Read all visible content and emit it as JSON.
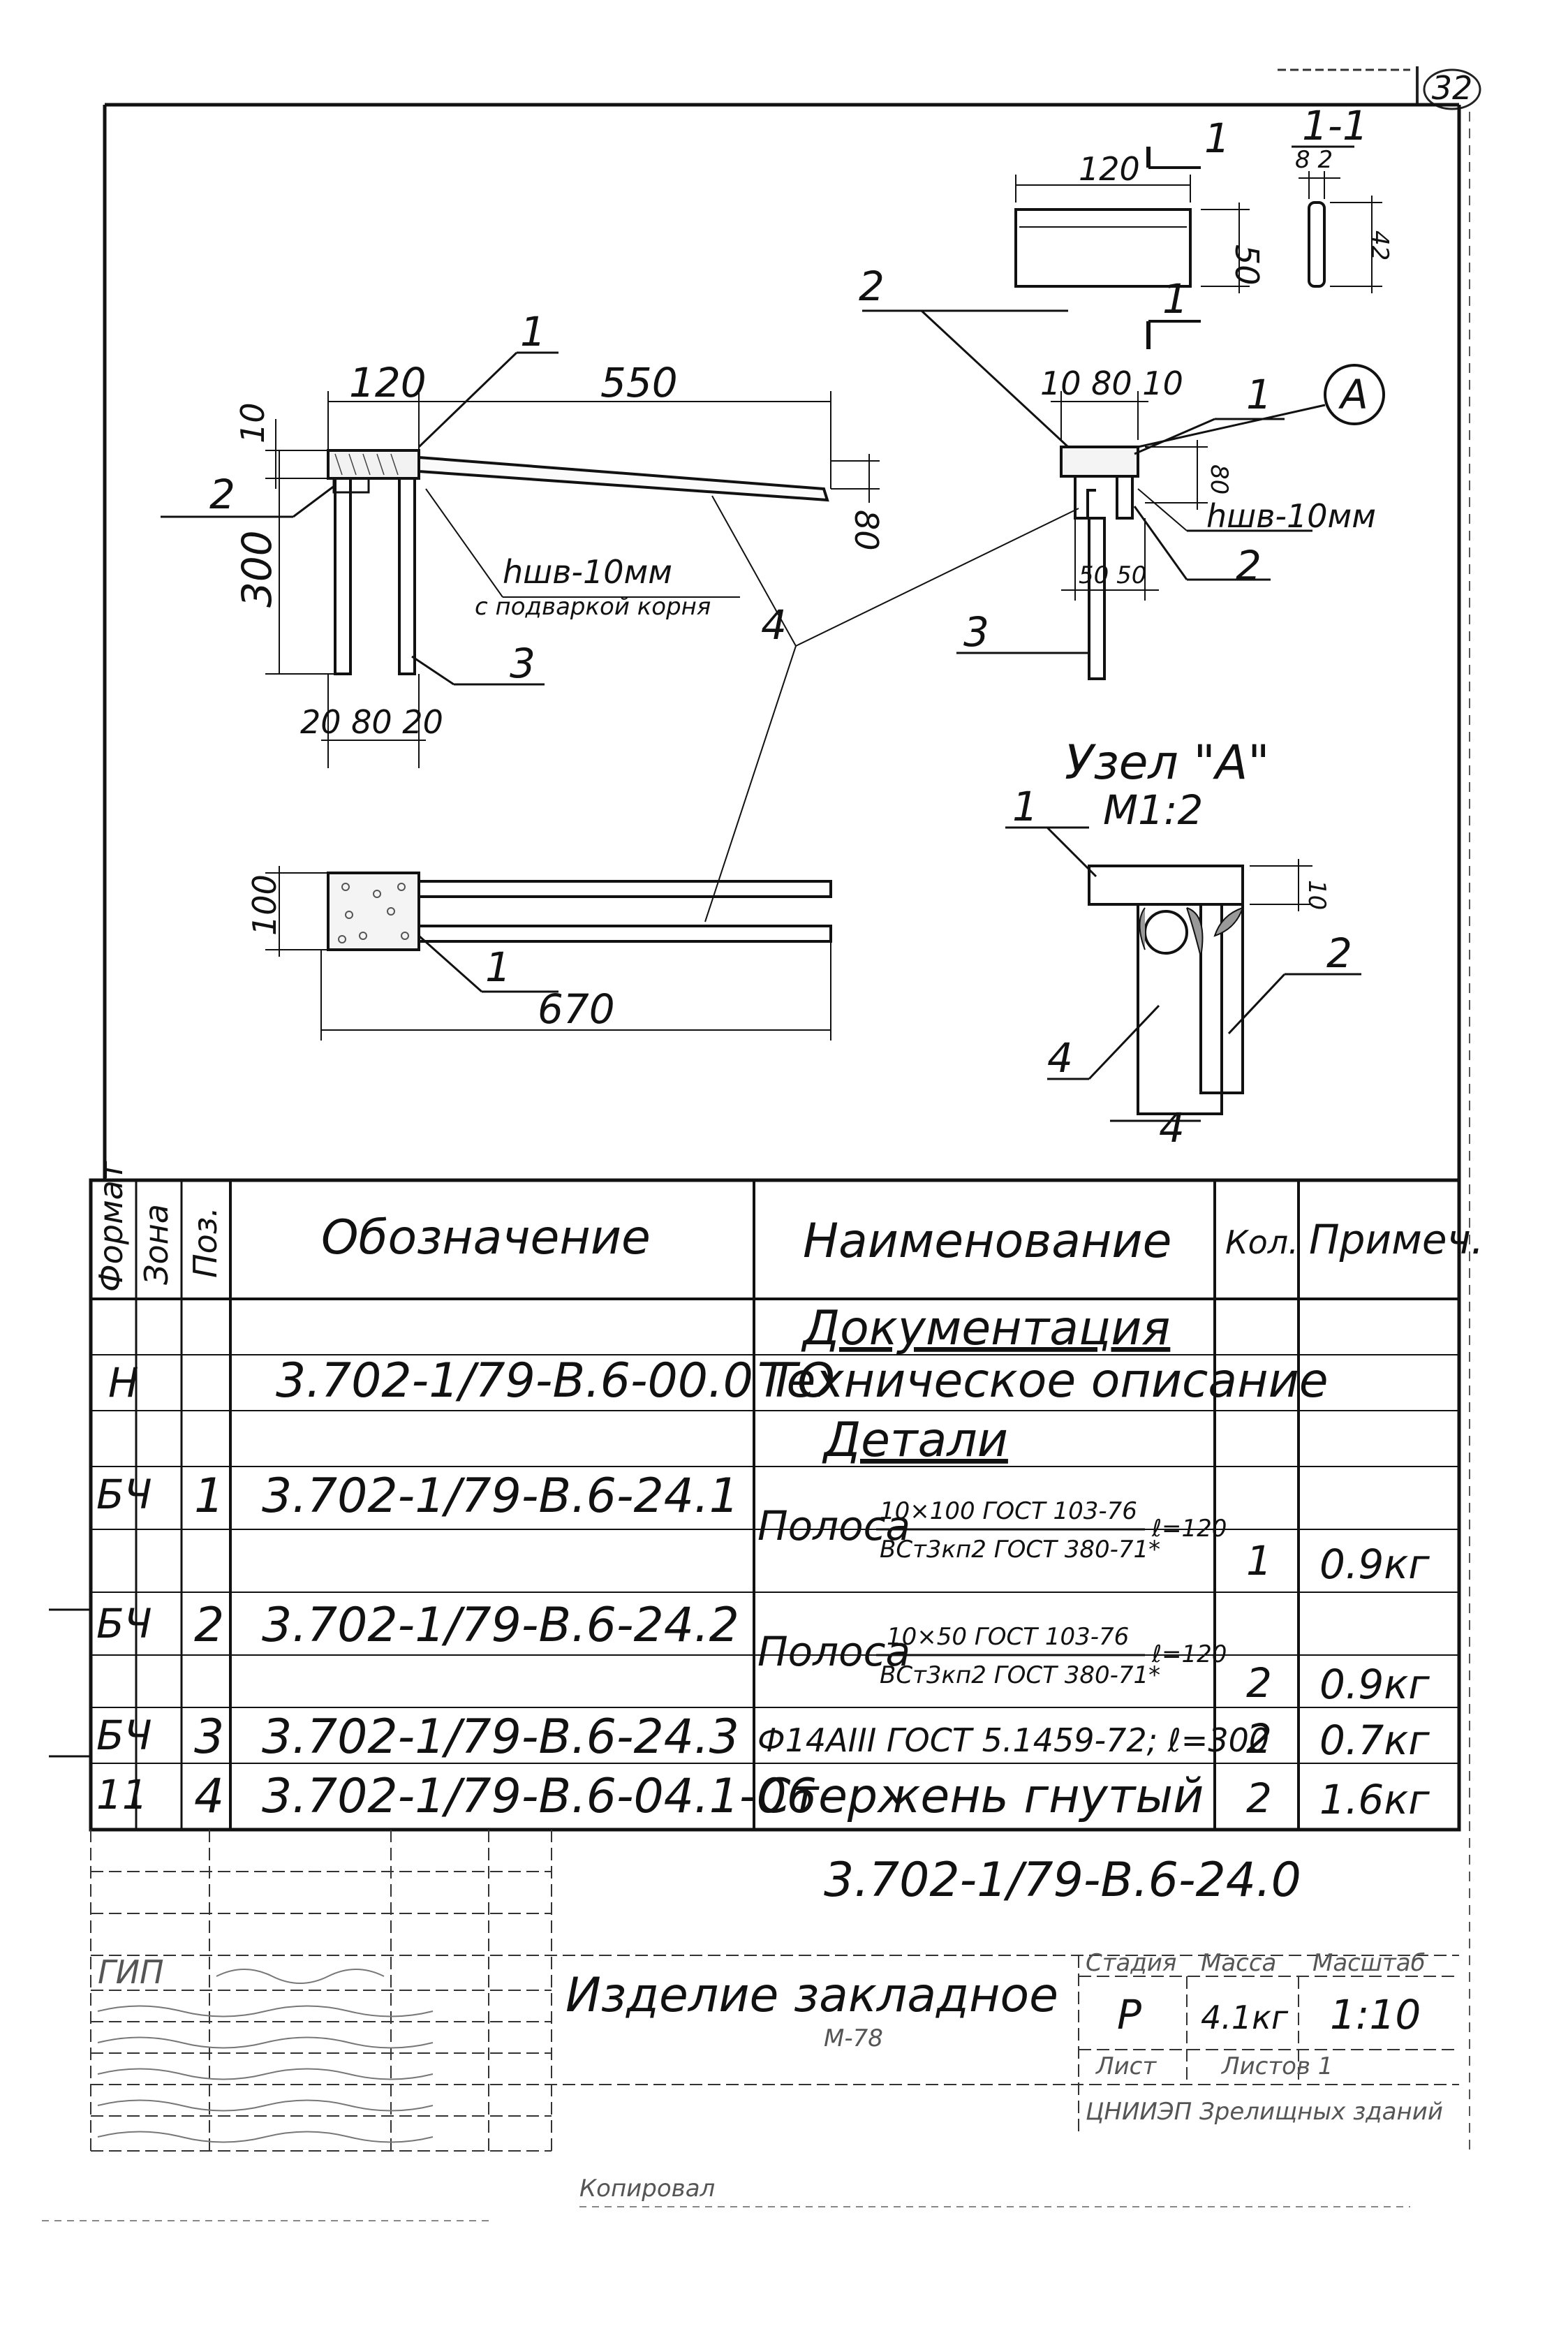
{
  "sheet": {
    "page_number": "32"
  },
  "drawing": {
    "views": {
      "main": {
        "dims": {
          "top_width": "120",
          "arm_length": "550",
          "height": "300",
          "plate_thickness": "10",
          "arm_tip": "80",
          "bottom": "20 80 20"
        },
        "weld_note_line1": "hшв-10мм",
        "weld_note_line2": "с подваркой корня",
        "callouts": [
          "1",
          "2",
          "3",
          "4"
        ]
      },
      "plan": {
        "dims": {
          "width": "100",
          "length": "670"
        },
        "callouts": [
          "1"
        ]
      },
      "side": {
        "dims": {
          "top": "10 80 10",
          "right": "80",
          "bottom": "50 50"
        },
        "weld_note": "hшв-10мм",
        "node_marker": "A",
        "callouts": [
          "1",
          "2",
          "3"
        ]
      },
      "detail2": {
        "dims": {
          "width": "120",
          "height": "50"
        },
        "section_mark": "1",
        "callout": "2"
      },
      "section11": {
        "title": "1-1",
        "dims": {
          "top": "8 2",
          "side": "42"
        }
      },
      "node": {
        "title_line1": "Узел \"А\"",
        "title_line2": "М1:2",
        "dim": "10",
        "callouts": [
          "1",
          "2",
          "4",
          "4"
        ]
      }
    }
  },
  "spec_table": {
    "headers": {
      "format": "Формат",
      "zone": "Зона",
      "pos": "Поз.",
      "designation": "Обозначение",
      "name": "Наименование",
      "qty": "Кол.",
      "note": "Примеч."
    },
    "section_docs": "Документация",
    "section_parts": "Детали",
    "rows": [
      {
        "format": "Н",
        "zone": "",
        "pos": "",
        "designation": "3.702-1/79-В.6-00.0 ТО",
        "name": "Техническое описание",
        "qty": "",
        "note": ""
      },
      {
        "format": "БЧ",
        "zone": "",
        "pos": "1",
        "designation": "3.702-1/79-В.6-24.1",
        "name_main": "Полоса",
        "name_num": "10×100 ГОСТ 103-76",
        "name_den": "ВСт3кп2 ГОСТ 380-71*",
        "name_len": "ℓ=120",
        "qty": "1",
        "note": "0.9кг"
      },
      {
        "format": "БЧ",
        "zone": "",
        "pos": "2",
        "designation": "3.702-1/79-В.6-24.2",
        "name_main": "Полоса",
        "name_num": "10×50 ГОСТ 103-76",
        "name_den": "ВСт3кп2 ГОСТ 380-71*",
        "name_len": "ℓ=120",
        "qty": "2",
        "note": "0.9кг"
      },
      {
        "format": "БЧ",
        "zone": "",
        "pos": "3",
        "designation": "3.702-1/79-В.6-24.3",
        "name": "Ф14АIII ГОСТ 5.1459-72; ℓ=300",
        "qty": "2",
        "note": "0.7кг"
      },
      {
        "format": "11",
        "zone": "",
        "pos": "4",
        "designation": "3.702-1/79-В.6-04.1-06",
        "name": "Стержень гнутый",
        "qty": "2",
        "note": "1.6кг"
      }
    ]
  },
  "title_block": {
    "code": "3.702-1/79-В.6-24.0",
    "item_name": "Изделие закладное",
    "item_sub": "М-78",
    "stage_header": "Стадия",
    "mass_header": "Масса",
    "scale_header": "Масштаб",
    "stage": "Р",
    "mass": "4.1кг",
    "scale": "1:10",
    "sheet_label": "Лист",
    "sheets_label": "Листов 1",
    "gip": "ГИП",
    "org": "ЦНИИЭП Зрелищных зданий",
    "footer": "Копировал"
  }
}
